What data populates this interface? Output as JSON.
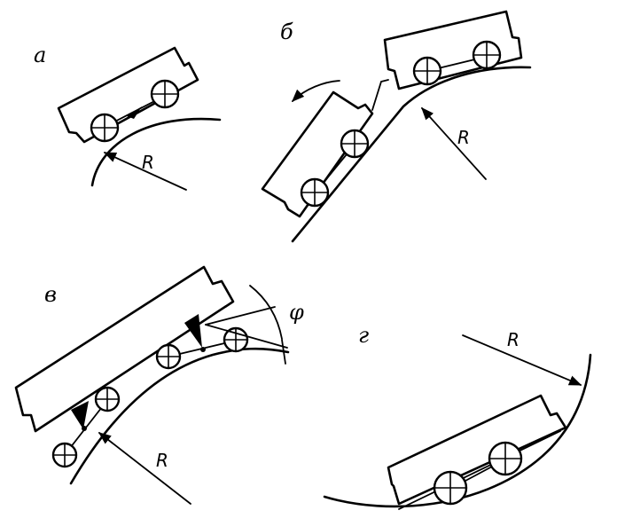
{
  "panels": [
    {
      "id": "a",
      "letter": "а",
      "radius_label": "R"
    },
    {
      "id": "b",
      "letter": "б",
      "radius_label": "R"
    },
    {
      "id": "v",
      "letter": "в",
      "radius_label": "R",
      "angle_label": "φ"
    },
    {
      "id": "g",
      "letter": "г",
      "radius_label": "R"
    }
  ]
}
